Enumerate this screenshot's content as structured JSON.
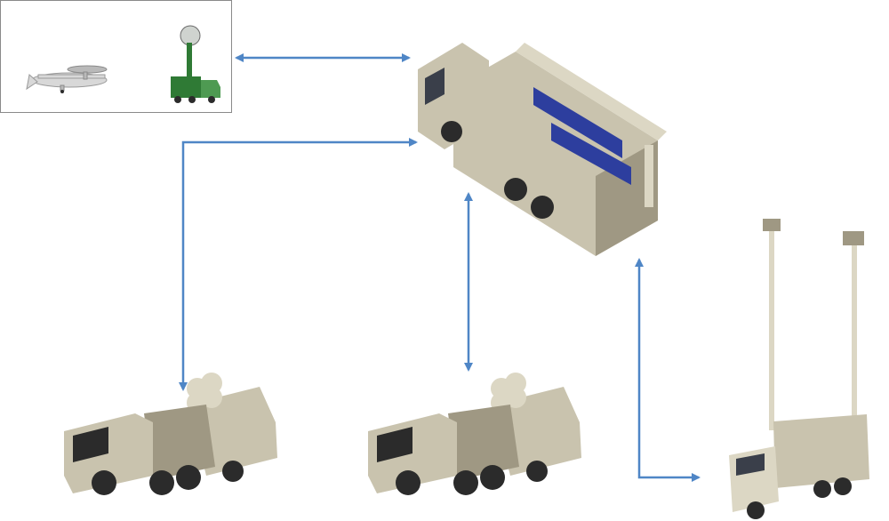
{
  "colors": {
    "arrow": "#4f86c6",
    "sand": "#c9c3ae",
    "sand_dark": "#9f9883",
    "sand_light": "#dcd7c4",
    "tire": "#2b2b2b",
    "radar_green": "#2f7a35",
    "screen_blue": "#2d3e9e",
    "aircraft": "#d8d8d8",
    "box_border": "#8a8a8a"
  },
  "nodes": [
    {
      "id": "sensors",
      "icons": [
        "awacs-aircraft-icon",
        "radar-truck-icon"
      ]
    },
    {
      "id": "command-center",
      "icon": "command-shelter-truck-icon"
    },
    {
      "id": "launcher-1",
      "icon": "missile-launcher-truck-icon"
    },
    {
      "id": "launcher-2",
      "icon": "missile-launcher-truck-icon"
    },
    {
      "id": "surveillance",
      "icon": "mast-sensor-truck-icon"
    }
  ],
  "links": [
    {
      "from": "sensors",
      "to": "command-center",
      "type": "bidirectional"
    },
    {
      "from": "command-center",
      "to": "launcher-1",
      "type": "bidirectional"
    },
    {
      "from": "command-center",
      "to": "launcher-2",
      "type": "bidirectional"
    },
    {
      "from": "command-center",
      "to": "surveillance",
      "type": "bidirectional"
    }
  ]
}
